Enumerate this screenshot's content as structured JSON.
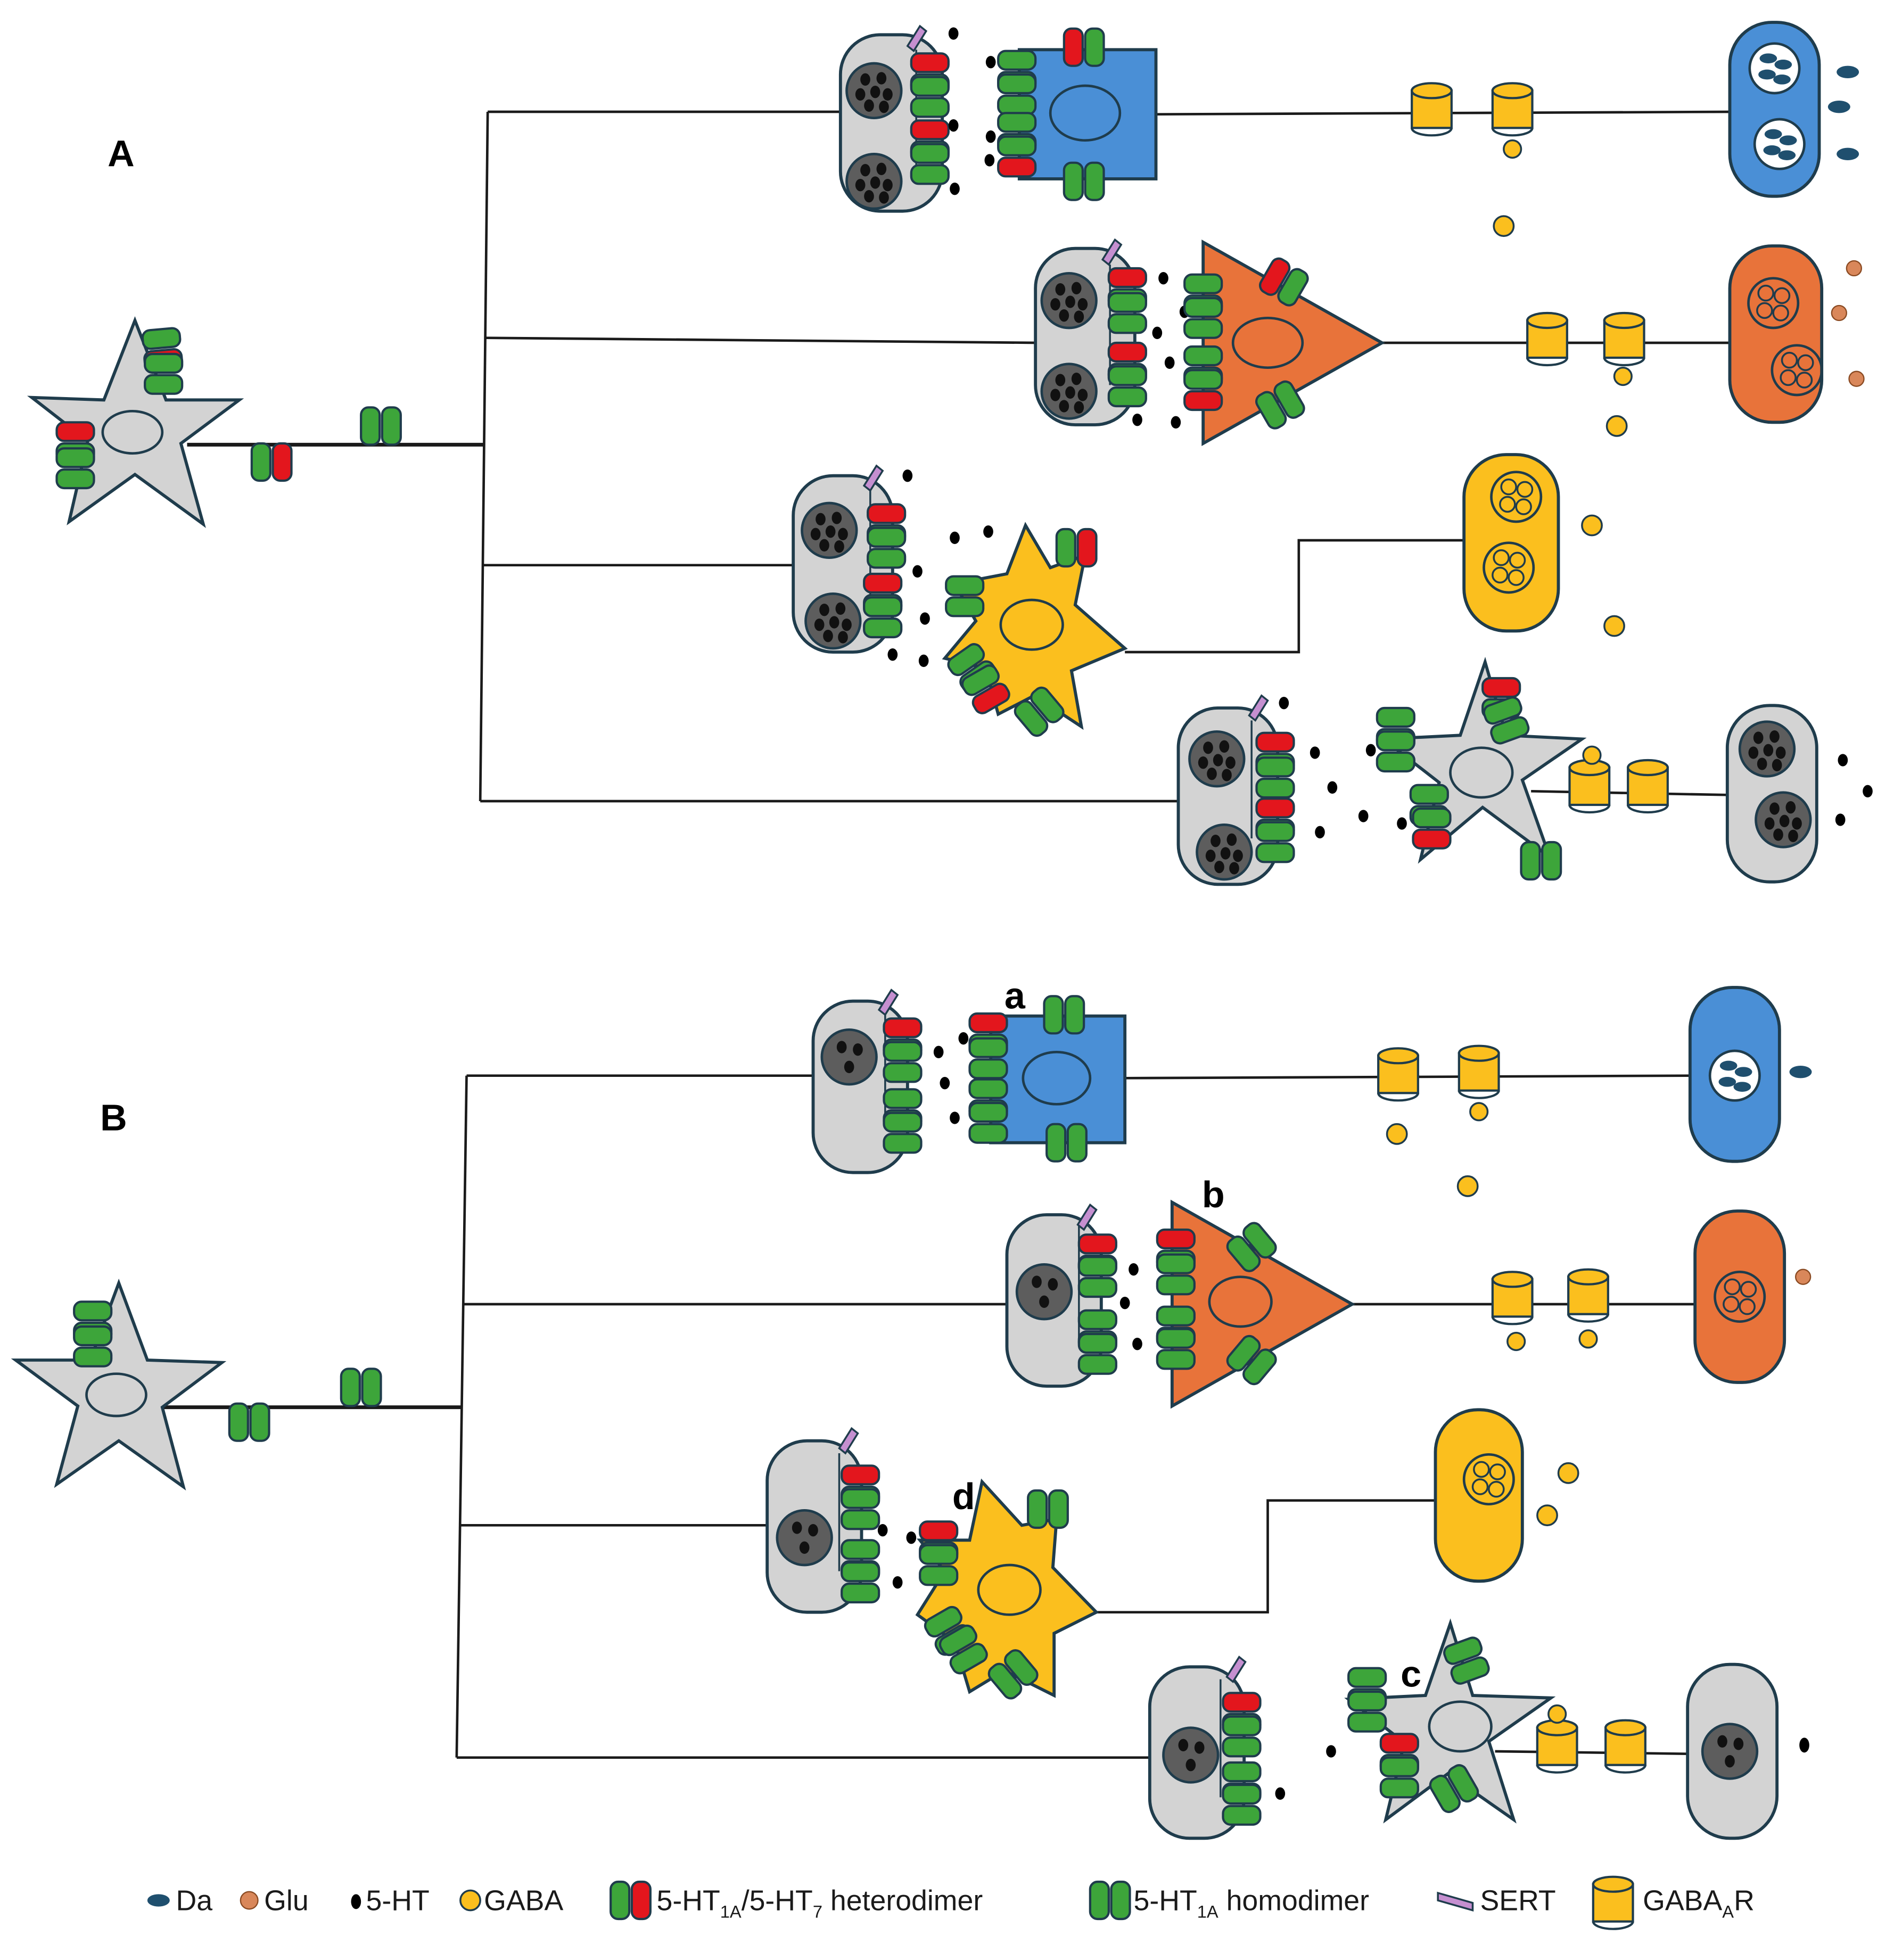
{
  "panels": {
    "a": "A",
    "b": "B"
  },
  "sublabels": {
    "a": "a",
    "b": "b",
    "c": "c",
    "d": "d"
  },
  "legend": {
    "da": "Da",
    "glu": "Glu",
    "serotonin": "5-HT",
    "gaba": "GABA",
    "hetero_prefix": "5-HT",
    "hetero_sub1": "1A",
    "hetero_mid": "/5-HT",
    "hetero_sub2": "7",
    "hetero_suffix": " heterodimer",
    "homo_prefix": "5-HT",
    "homo_sub": "1A",
    "homo_suffix": " homodimer",
    "sert": "SERT",
    "gabaar_prefix": "GABA",
    "gabaar_sub": "A",
    "gabaar_suffix": "R"
  },
  "colors": {
    "neuron_gray": "#d3d3d3",
    "dopamine_blue": "#4a8fd6",
    "glutamate_orange": "#e8733a",
    "gaba_yellow": "#fbbf1e",
    "receptor_green": "#3da53a",
    "receptor_red": "#e3161d",
    "sert_pink": "#c58fd0",
    "da_dot": "#1f4f6e",
    "glu_dot": "#d9875a",
    "outline": "#1f3c4c"
  }
}
